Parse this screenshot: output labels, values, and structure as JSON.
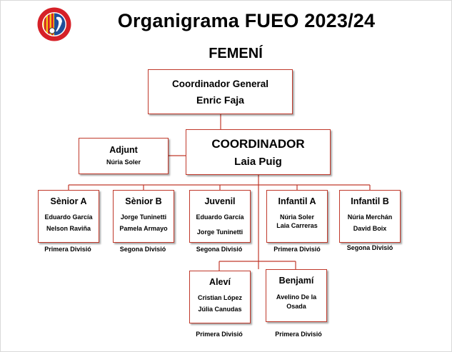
{
  "header": {
    "title": "Organigrama FUEO 2023/24",
    "subtitle": "FEMENÍ"
  },
  "colors": {
    "border": "#c0392b",
    "logo_red": "#d62027",
    "logo_yellow": "#f6c316",
    "logo_blue": "#1f4e9a"
  },
  "coordinator_general": {
    "role": "Coordinador General",
    "name": "Enric Faja"
  },
  "coordinator": {
    "role": "COORDINADOR",
    "name": "Laia Puig"
  },
  "adjunt": {
    "role": "Adjunt",
    "name": "Núria Soler"
  },
  "teams": [
    {
      "name": "Sènior A",
      "members": [
        "Eduardo García",
        "Nelson Raviña"
      ],
      "division": "Primera Divisió"
    },
    {
      "name": "Sènior B",
      "members": [
        "Jorge Tuninetti",
        "Pamela Armayo"
      ],
      "division": "Segona Divisió"
    },
    {
      "name": "Juvenil",
      "members": [
        "Eduardo García",
        "Jorge Tuninetti"
      ],
      "division": "Segona Divisió"
    },
    {
      "name": "Infantil A",
      "members": [
        "Núria Soler",
        "Laia Carreras"
      ],
      "division": "Primera Divisió"
    },
    {
      "name": "Infantil B",
      "members": [
        "Núria Merchán",
        "David Boix"
      ],
      "division": "Segona Divisió"
    },
    {
      "name": "Aleví",
      "members": [
        "Cristian López",
        "Júlia Canudas"
      ],
      "division": "Primera Divisió"
    },
    {
      "name": "Benjamí",
      "members": [
        "Avelino De la Osada"
      ],
      "division": "Primera Divisió"
    }
  ]
}
